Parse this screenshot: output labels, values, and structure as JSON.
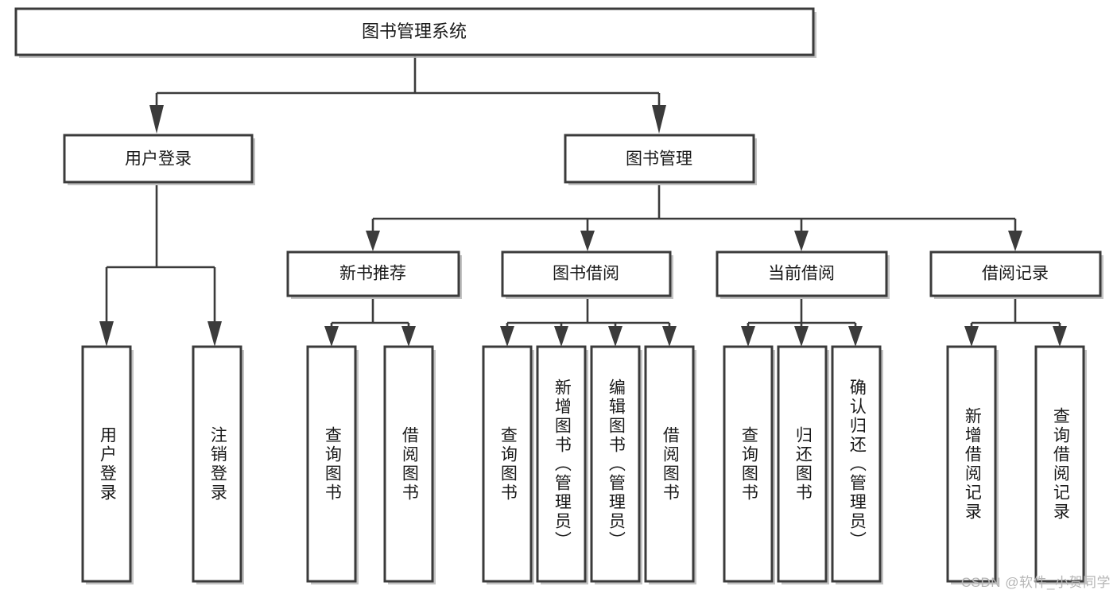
{
  "diagram": {
    "title": "图书管理系统",
    "type": "tree-hierarchy",
    "root": {
      "label": "图书管理系统"
    },
    "level2": [
      {
        "label": "用户登录"
      },
      {
        "label": "图书管理"
      }
    ],
    "level3": [
      {
        "label": "新书推荐"
      },
      {
        "label": "图书借阅"
      },
      {
        "label": "当前借阅"
      },
      {
        "label": "借阅记录"
      }
    ],
    "leaves": {
      "user_login": [
        {
          "label": "用户登录"
        },
        {
          "label": "注销登录"
        }
      ],
      "new_book_recommend": [
        {
          "label": "查询图书"
        },
        {
          "label": "借阅图书"
        }
      ],
      "book_borrow": [
        {
          "label": "查询图书"
        },
        {
          "label": "新增图书（管理员）"
        },
        {
          "label": "编辑图书（管理员）"
        },
        {
          "label": "借阅图书"
        }
      ],
      "current_borrow": [
        {
          "label": "查询图书"
        },
        {
          "label": "归还图书"
        },
        {
          "label": "确认归还（管理员）"
        }
      ],
      "borrow_record": [
        {
          "label": "新增借阅记录"
        },
        {
          "label": "查询借阅记录"
        }
      ]
    }
  },
  "watermark": {
    "text": "CSDN @软件_小贺同学"
  },
  "colors": {
    "stroke": "#3b3b3b",
    "fill": "#ffffff",
    "text": "#1a1a1a",
    "watermark": "#b5b5b5"
  }
}
